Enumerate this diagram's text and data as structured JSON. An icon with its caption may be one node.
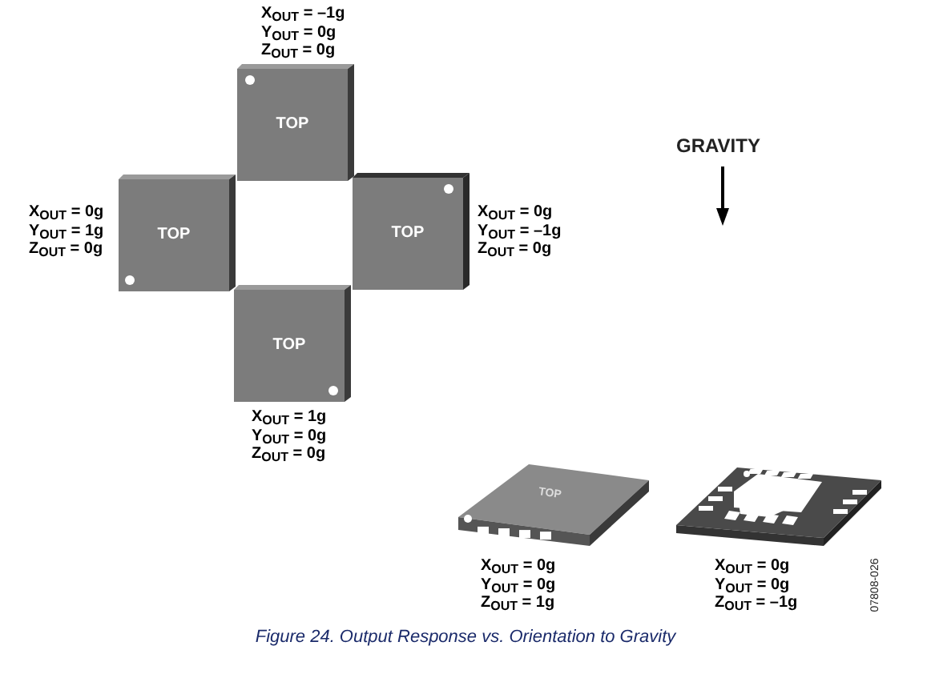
{
  "diagram": {
    "caption": "Figure 24. Output Response vs. Orientation to Gravity",
    "nodes": [
      {
        "text": [
          "TOP"
        ],
        "beside": [
          "X$_{OUT}$ = –1g",
          "Y$_{OUT}$ = 0g",
          "Z$_{OUT}$ = 0g"
        ]
      },
      {
        "text": [
          "TOP"
        ],
        "beside": [
          "X$_{OUT}$ = 0g",
          "Y$_{OUT}$ = 1g",
          "Z$_{OUT}$ = 0g"
        ]
      },
      {
        "text": [
          "TOP"
        ],
        "beside": [
          "X$_{OUT}$ = 0g",
          "Y$_{OUT}$ = –1g",
          "Z$_{OUT}$ = 0g"
        ]
      },
      {
        "text": [
          "TOP"
        ],
        "beside": [
          "X$_{OUT}$ = 1g",
          "Y$_{OUT}$ = 0g",
          "Z$_{OUT}$ = 0g"
        ]
      },
      {
        "text": [
          "TOP"
        ],
        "beside": [
          "X$_{OUT}$ = 0g",
          "Y$_{OUT}$ = 0g",
          "Z$_{OUT}$ = 1g"
        ]
      },
      {
        "text": [],
        "shape": "box",
        "beside": [
          "X$_{OUT}$ = 0g",
          "Y$_{OUT}$ = 0g",
          "Z$_{OUT}$ = –1g"
        ]
      }
    ],
    "labels": [
      "GRAVITY",
      "07808-026"
    ]
  }
}
